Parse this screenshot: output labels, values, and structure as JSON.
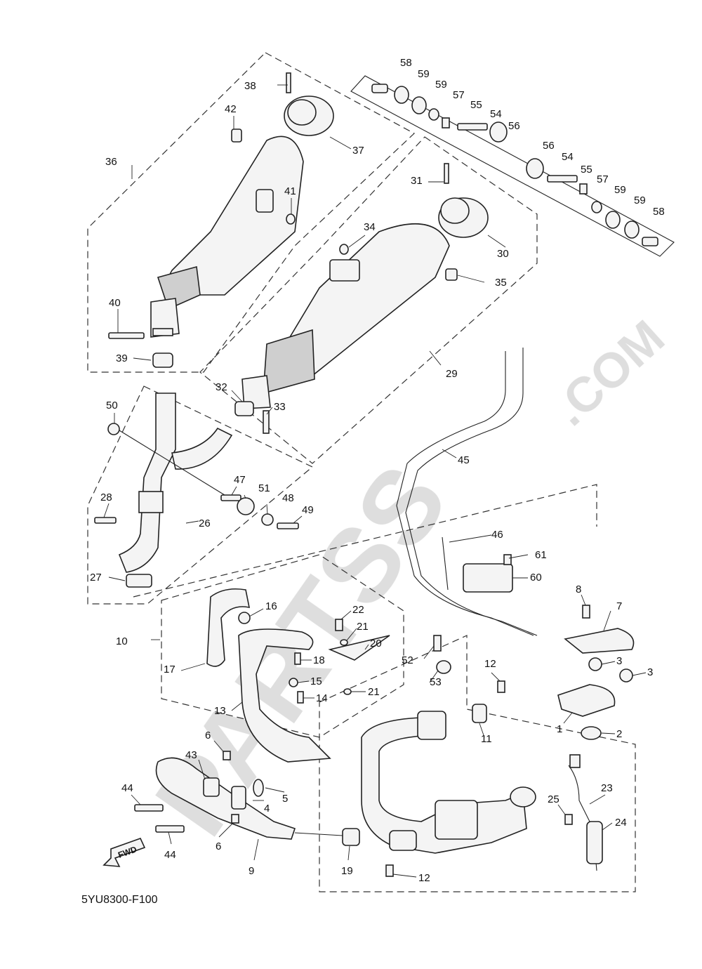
{
  "diagram_code": "5YU8300-F100",
  "fwd_label": "FWD",
  "watermark": "PARTSS.COM",
  "watermark_brand": "PARTSS",
  "watermark_tld": ".COM",
  "callouts": {
    "c1": "1",
    "c2": "2",
    "c3a": "3",
    "c3b": "3",
    "c4": "4",
    "c5": "5",
    "c6a": "6",
    "c6b": "6",
    "c7": "7",
    "c8": "8",
    "c9": "9",
    "c10": "10",
    "c11": "11",
    "c12a": "12",
    "c12b": "12",
    "c13": "13",
    "c14": "14",
    "c15": "15",
    "c16": "16",
    "c17": "17",
    "c18": "18",
    "c19": "19",
    "c20": "20",
    "c21a": "21",
    "c21b": "21",
    "c22": "22",
    "c23": "23",
    "c24": "24",
    "c25": "25",
    "c26": "26",
    "c27": "27",
    "c28": "28",
    "c29": "29",
    "c30": "30",
    "c31": "31",
    "c32": "32",
    "c33": "33",
    "c34": "34",
    "c35": "35",
    "c36": "36",
    "c37": "37",
    "c38": "38",
    "c39": "39",
    "c40": "40",
    "c41": "41",
    "c42": "42",
    "c43": "43",
    "c44a": "44",
    "c44b": "44",
    "c45": "45",
    "c46": "46",
    "c47": "47",
    "c48": "48",
    "c49": "49",
    "c50": "50",
    "c51": "51",
    "c52": "52",
    "c53": "53",
    "c54a": "54",
    "c54b": "54",
    "c55a": "55",
    "c55b": "55",
    "c56a": "56",
    "c56b": "56",
    "c57a": "57",
    "c57b": "57",
    "c58a": "58",
    "c58b": "58",
    "c59a": "59",
    "c59b": "59",
    "c59c": "59",
    "c59d": "59",
    "c60": "60",
    "c61": "61"
  }
}
